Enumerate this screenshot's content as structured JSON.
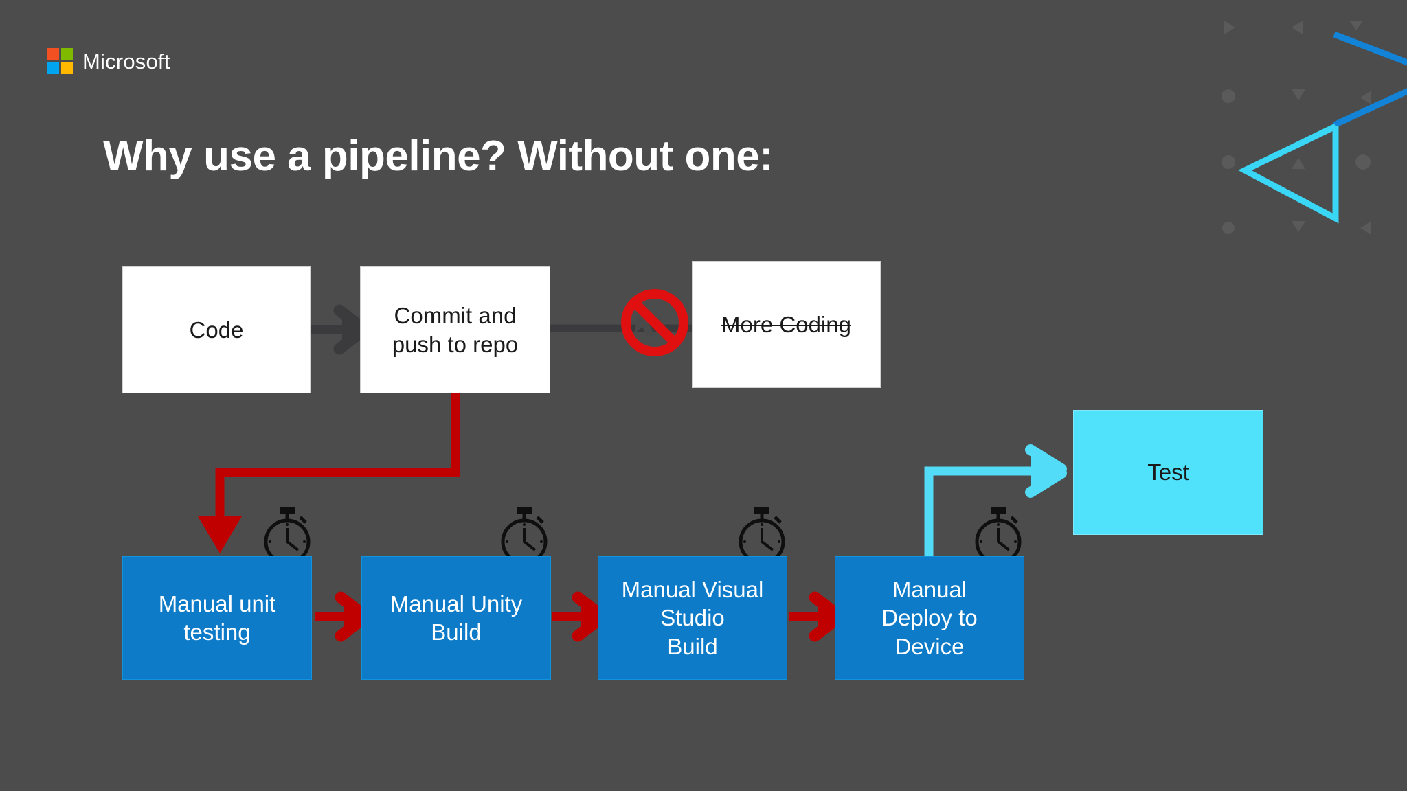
{
  "slide": {
    "background_color": "#4d4c4c",
    "brand": {
      "name": "Microsoft",
      "logo_colors": {
        "top_left": "#f25022",
        "top_right": "#7fba00",
        "bottom_left": "#00a4ef",
        "bottom_right": "#ffb900"
      }
    },
    "title": "Why use a pipeline? Without one:"
  },
  "colors": {
    "white_box_fill": "#ffffff",
    "blue_box_fill": "#0d7bc8",
    "cyan_box_fill": "#50e2fb",
    "red_arrow": "#c00000",
    "dark_arrow": "#3b3b3e",
    "cyan_arrow": "#52dcf8",
    "accent_blue_triangle": "#1283d6",
    "accent_cyan_triangle": "#3ad6f5",
    "stopwatch": "#0f0f0f",
    "stopwatch_glow": "#c00000"
  },
  "diagram": {
    "top_row": [
      {
        "id": "code",
        "label": "Code",
        "style": "white"
      },
      {
        "id": "commit",
        "label": "Commit and\npush to repo",
        "style": "white"
      },
      {
        "id": "more-coding",
        "label": "More Coding",
        "style": "white",
        "struck_through": true
      }
    ],
    "blocked_marker": {
      "name": "no-entry-sign",
      "color": "#e01010"
    },
    "bottom_row": [
      {
        "id": "manual-unit-testing",
        "label": "Manual unit\ntesting",
        "style": "blue"
      },
      {
        "id": "manual-unity-build",
        "label": "Manual Unity\nBuild",
        "style": "blue"
      },
      {
        "id": "manual-visual-studio-build",
        "label": "Manual Visual\nStudio\nBuild",
        "style": "blue"
      },
      {
        "id": "manual-deploy-to-device",
        "label": "Manual\nDeploy to\nDevice",
        "style": "blue"
      }
    ],
    "result": {
      "id": "test",
      "label": "Test",
      "style": "cyan"
    },
    "stopwatch_count": 4,
    "connectors": [
      {
        "from": "code",
        "to": "commit",
        "color": "#3b3b3e",
        "kind": "straight-arrow"
      },
      {
        "from": "commit",
        "to": "more-coding",
        "color": "#3b3b3e",
        "kind": "blocked-line"
      },
      {
        "from": "commit",
        "to": "manual-unit-testing",
        "color": "#c00000",
        "kind": "elbow-arrow"
      },
      {
        "from": "manual-unit-testing",
        "to": "manual-unity-build",
        "color": "#c00000",
        "kind": "straight-arrow"
      },
      {
        "from": "manual-unity-build",
        "to": "manual-visual-studio-build",
        "color": "#c00000",
        "kind": "straight-arrow"
      },
      {
        "from": "manual-visual-studio-build",
        "to": "manual-deploy-to-device",
        "color": "#c00000",
        "kind": "straight-arrow"
      },
      {
        "from": "manual-deploy-to-device",
        "to": "test",
        "color": "#52dcf8",
        "kind": "elbow-arrow"
      }
    ]
  }
}
